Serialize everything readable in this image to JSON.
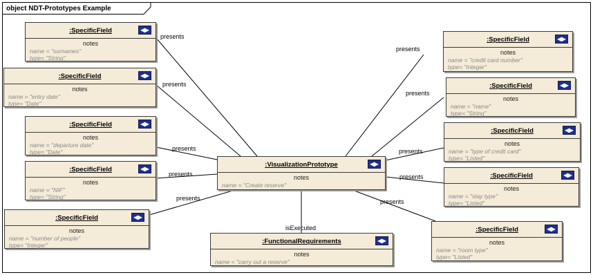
{
  "diagram": {
    "title": "object NDT-Prototypes Example"
  },
  "boxes": {
    "surnames": {
      "name": ":SpecificField",
      "notes": "notes",
      "attr1": "name = \"surnames\"",
      "attr2": "type= \"String\""
    },
    "entry_date": {
      "name": ":SpecificField",
      "notes": "notes",
      "attr1": "name = \"entry date\"",
      "attr2": "type= \"Date\""
    },
    "departure_date": {
      "name": ":SpecificField",
      "notes": "notes",
      "attr1": "name = \"departure date\"",
      "attr2": "type= \"Date\""
    },
    "nif": {
      "name": ":SpecificField",
      "notes": "notes",
      "attr1": "name = \"NIF\"",
      "attr2": "type= \"String\""
    },
    "number_of_people": {
      "name": ":SpecificField",
      "notes": "notes",
      "attr1": "name = \"number of people\"",
      "attr2": "type= \"Integer\""
    },
    "credit_card_number": {
      "name": ":SpecificField",
      "notes": "notes",
      "attr1": "name = \"credit card number\"",
      "attr2": "type= \"Integer\""
    },
    "name_field": {
      "name": ":SpecificField",
      "notes": "notes",
      "attr1": "name = \"name\"",
      "attr2": "type= \"String\""
    },
    "type_of_credit_card": {
      "name": ":SpecificField",
      "notes": "notes",
      "attr1": "name = \"type of credit card\"",
      "attr2": "type= \"Listed\""
    },
    "stay_type": {
      "name": ":SpecificField",
      "notes": "notes",
      "attr1": "name = \"stay type\"",
      "attr2": "type= \"Listed\""
    },
    "room_type": {
      "name": ":SpecificField",
      "notes": "notes",
      "attr1": "name = \"room type\"",
      "attr2": "type= \"Listed\""
    },
    "visualization": {
      "name": ":VisualizationPrototype",
      "notes": "notes",
      "attr1": "name = \"Create reserve\"",
      "attr2": ""
    },
    "functional": {
      "name": ":FunctionalRequirements",
      "notes": "notes",
      "attr1": "name = \"carry out a reserve\"",
      "attr2": ""
    }
  },
  "links": {
    "presents": "presents",
    "is_executed": "isExecuted"
  },
  "colors": {
    "box_fill": "#f4ebd8",
    "nav_icon": "#1f2f8a"
  },
  "icons": {
    "nav": "expand-collapse-icon"
  }
}
